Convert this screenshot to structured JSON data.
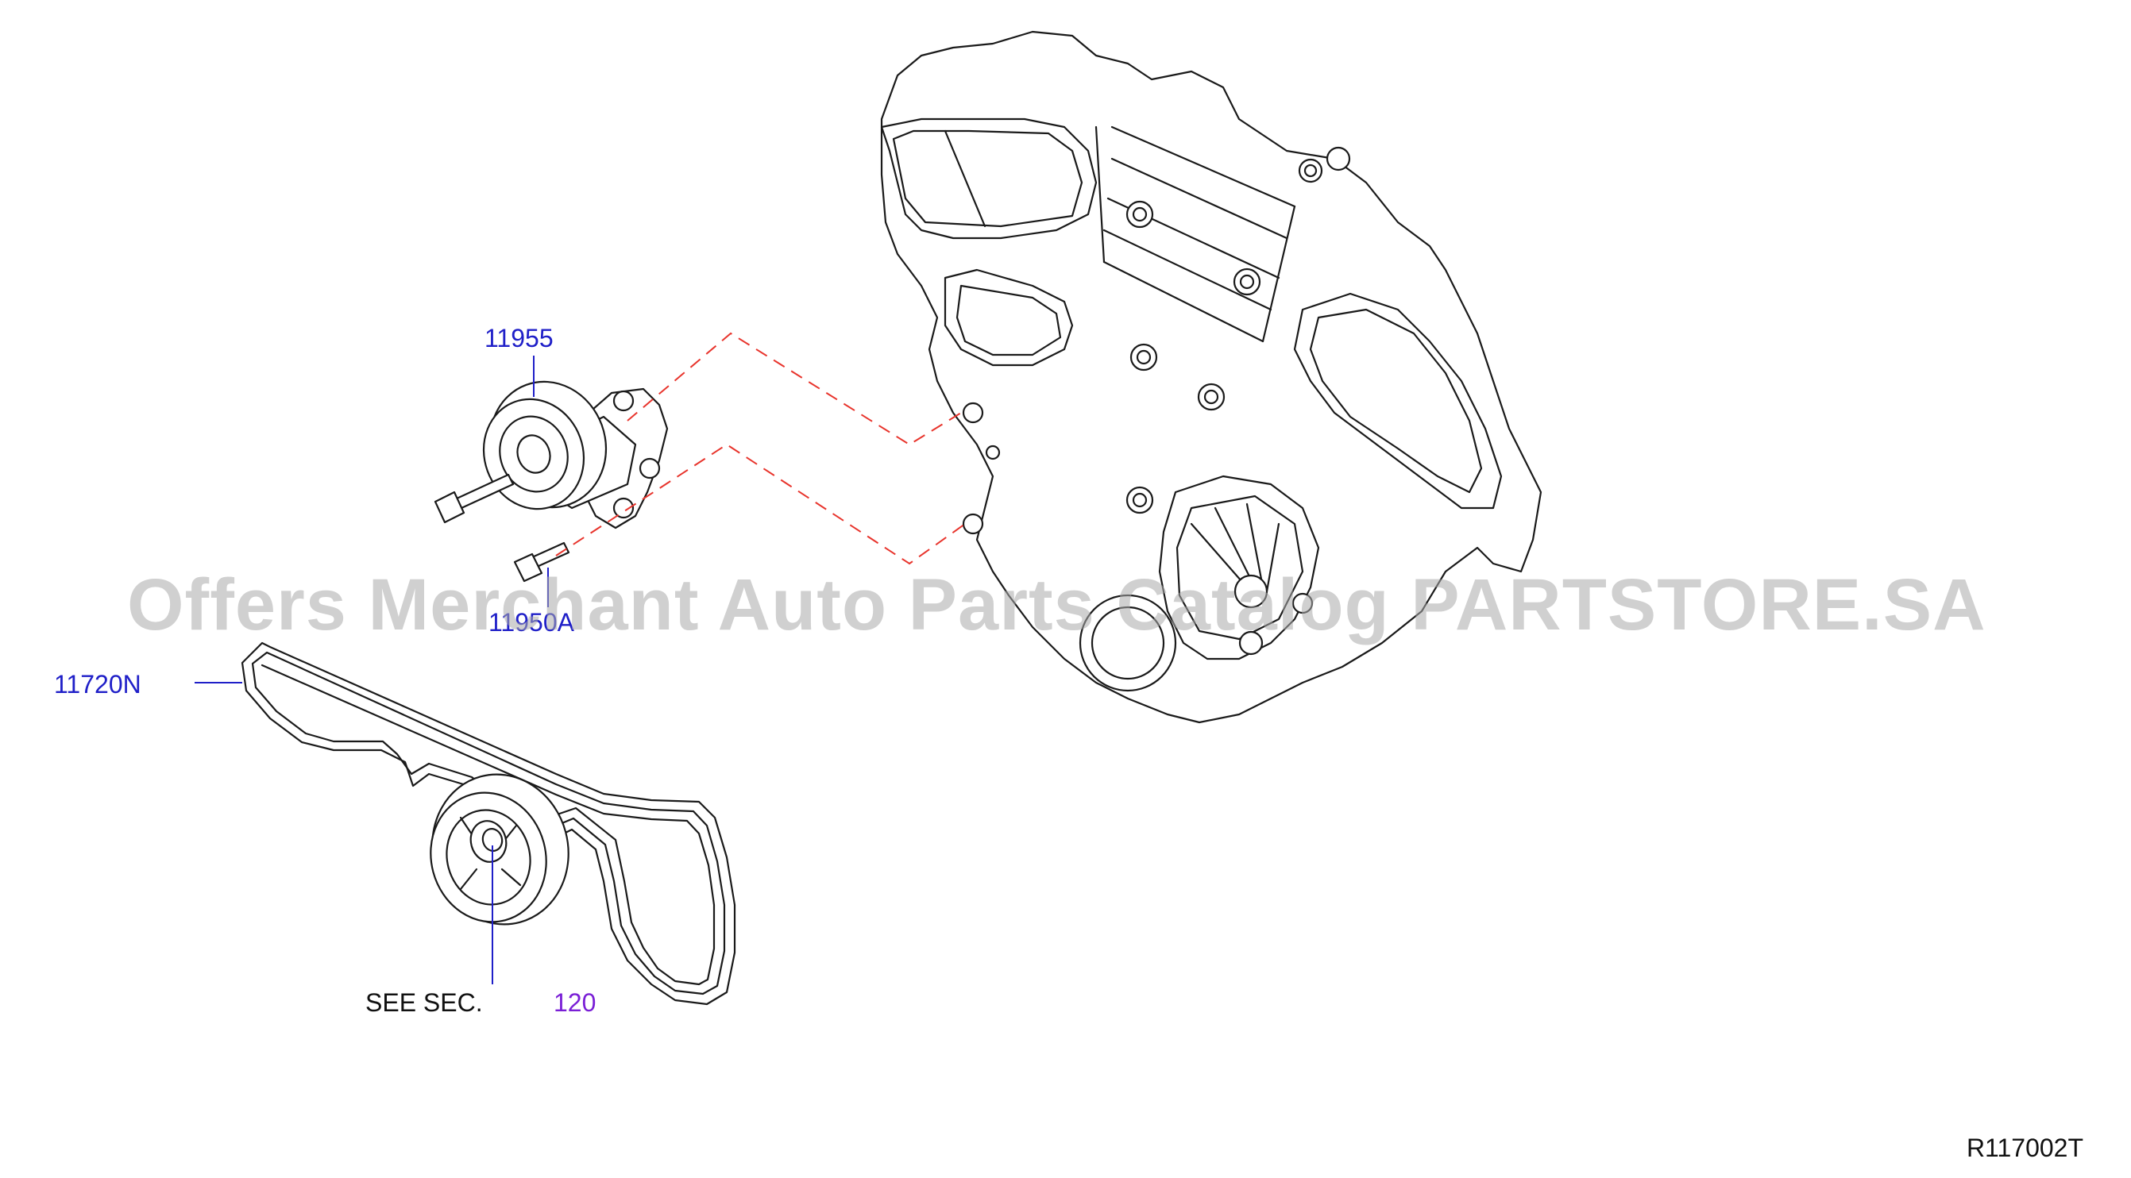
{
  "labels": {
    "tensioner": "11955",
    "tensioner_bolt": "11950A",
    "belt": "11720N",
    "see_sec": "SEE  SEC.",
    "section_number": "120"
  },
  "watermark": "Offers Merchant Auto Parts Catalog PARTSTORE.SA",
  "drawing_code": "R117002T",
  "colors": {
    "callout_blue": "#1f1fc8",
    "leader_red_dashed": "#e8342c",
    "section_purple": "#7a1fd6",
    "line_art": "#1a1a1a"
  }
}
